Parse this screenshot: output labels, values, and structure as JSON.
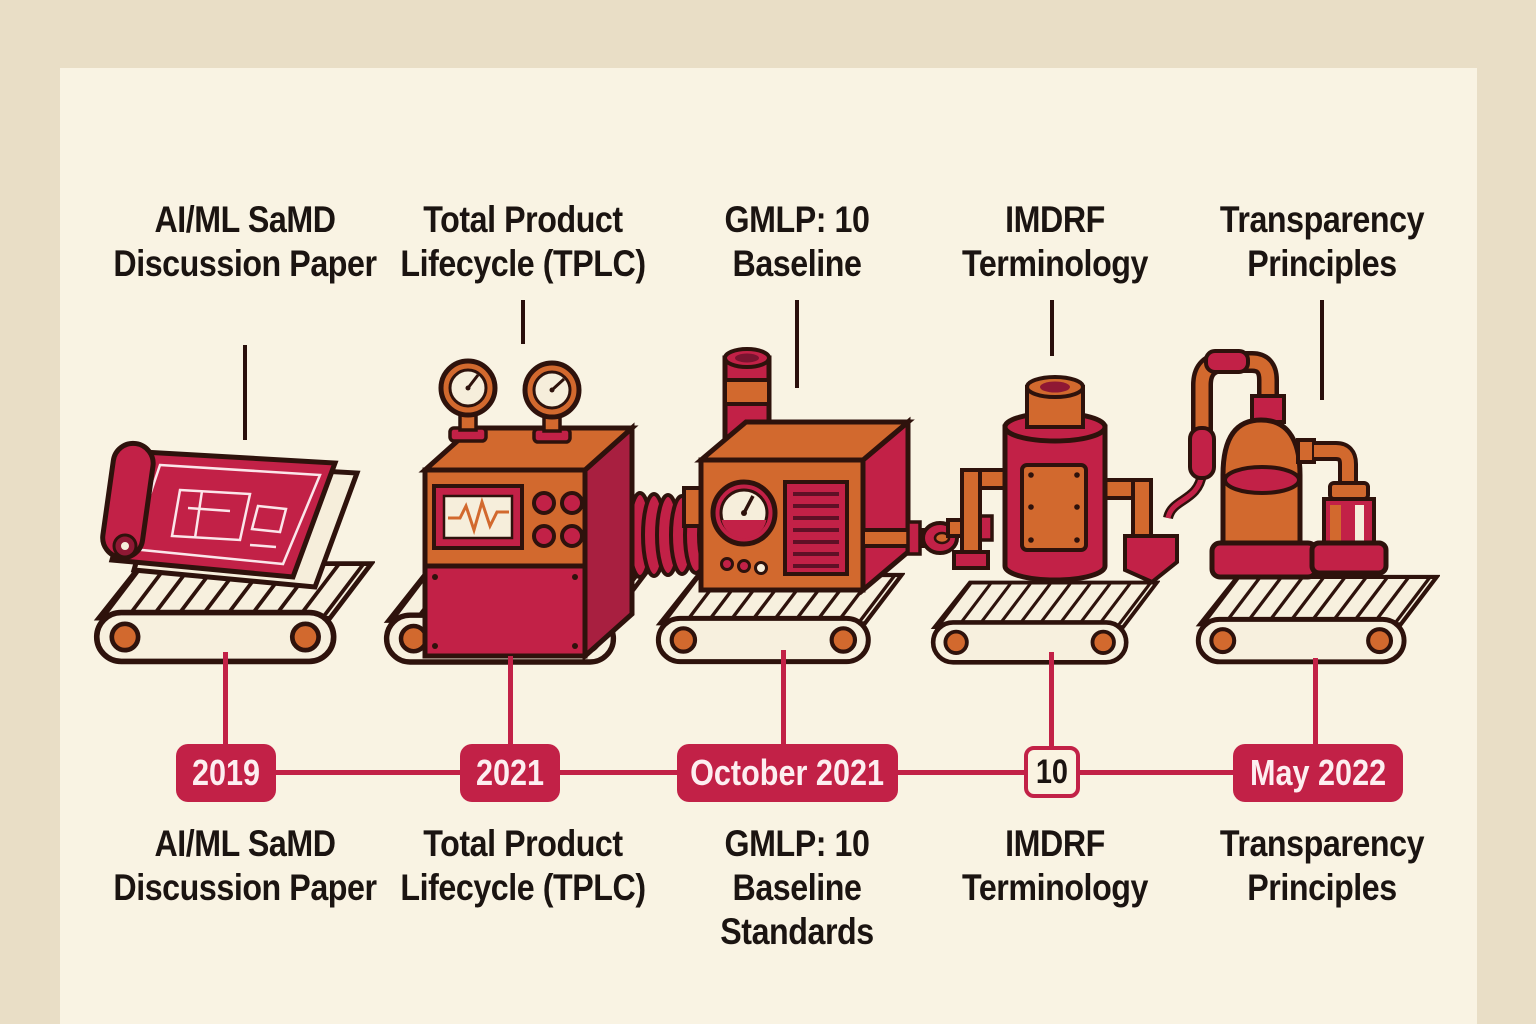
{
  "title": "AI/ML medical device regulation assembly-line timeline",
  "colors": {
    "background_outer": "#e9dec6",
    "background_panel": "#f9f3e3",
    "crimson": "#c22147",
    "crimson_dark": "#9c1b3a",
    "orange": "#d2692e",
    "outline": "#2e120c",
    "belt_cream": "#f7f0de",
    "badge_text": "#fdeef0",
    "label_text": "#1b1411"
  },
  "timeline": {
    "milestones": [
      {
        "machine": "blueprint-scroll",
        "top_label": [
          "AI/ML SaMD",
          "Discussion Paper"
        ],
        "date": "2019",
        "date_style": "filled",
        "bottom_label": [
          "AI/ML SaMD",
          "Discussion Paper"
        ]
      },
      {
        "machine": "gauge-press-machine",
        "top_label": [
          "Total Product",
          "Lifecycle (TPLC)"
        ],
        "date": "2021",
        "date_style": "filled",
        "bottom_label": [
          "Total Product",
          "Lifecycle (TPLC)"
        ]
      },
      {
        "machine": "furnace-machine",
        "top_label": [
          "GMLP: 10",
          "Baseline"
        ],
        "date": "October 2021",
        "date_style": "filled",
        "bottom_label": [
          "GMLP: 10",
          "Baseline",
          "Standards"
        ]
      },
      {
        "machine": "mixer-tank-machine",
        "top_label": [
          "IMDRF",
          "Terminology"
        ],
        "date": "10",
        "date_style": "outlined",
        "bottom_label": [
          "IMDRF",
          "Terminology"
        ]
      },
      {
        "machine": "distiller-machine",
        "top_label": [
          "Transparency",
          "Principles"
        ],
        "date": "May 2022",
        "date_style": "filled",
        "bottom_label": [
          "Transparency",
          "Principles"
        ]
      }
    ]
  }
}
